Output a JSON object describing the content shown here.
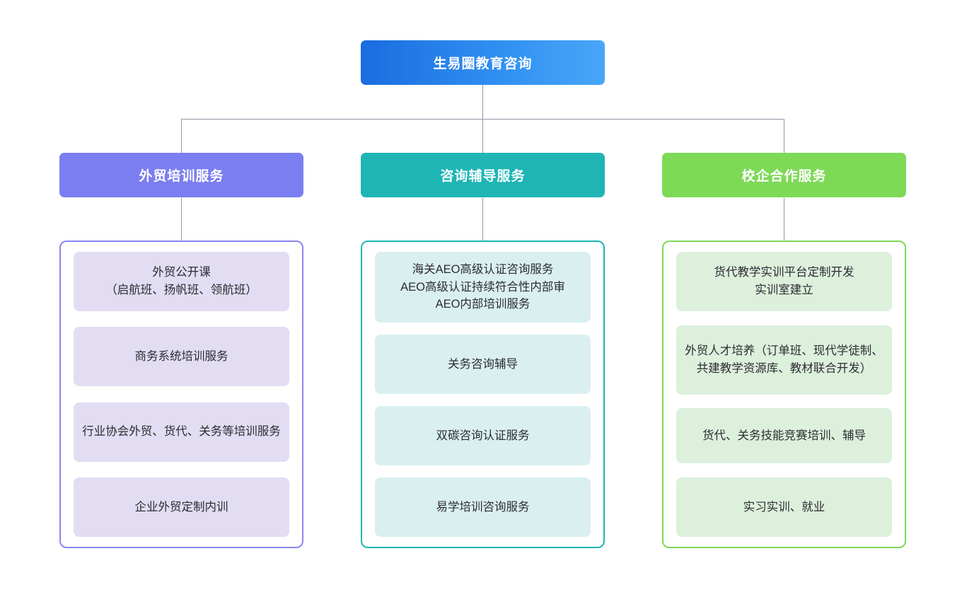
{
  "diagram": {
    "type": "organization-chart",
    "root": {
      "label": "生易圈教育咨询",
      "color": "#1b6ce0",
      "color_end": "#48a6f8"
    },
    "columns": [
      {
        "header": "外贸培训服务",
        "color": "#7b7ef0",
        "panel_border": "#8b85f2",
        "card_bg": "#e2ddf2",
        "items": [
          "外贸公开课\n（启航班、扬帆班、领航班）",
          "商务系统培训服务",
          "行业协会外贸、货代、关务等培训服务",
          "企业外贸定制内训"
        ]
      },
      {
        "header": "咨询辅导服务",
        "color": "#1fb5b5",
        "panel_border": "#1fb5b5",
        "card_bg": "#daf0f0",
        "items": [
          "海关AEO高级认证咨询服务\nAEO高级认证持续符合性内部审\nAEO内部培训服务",
          "关务咨询辅导",
          "双碳咨询认证服务",
          "易学培训咨询服务"
        ]
      },
      {
        "header": "校企合作服务",
        "color": "#7ed957",
        "panel_border": "#7ed957",
        "card_bg": "#ddf0dc",
        "items": [
          "货代教学实训平台定制开发\n实训室建立",
          "外贸人才培养（订单班、现代学徒制、共建教学资源库、教材联合开发）",
          "货代、关务技能竞赛培训、辅导",
          "实习实训、就业"
        ]
      }
    ],
    "connector_color": "#8e97a5"
  }
}
